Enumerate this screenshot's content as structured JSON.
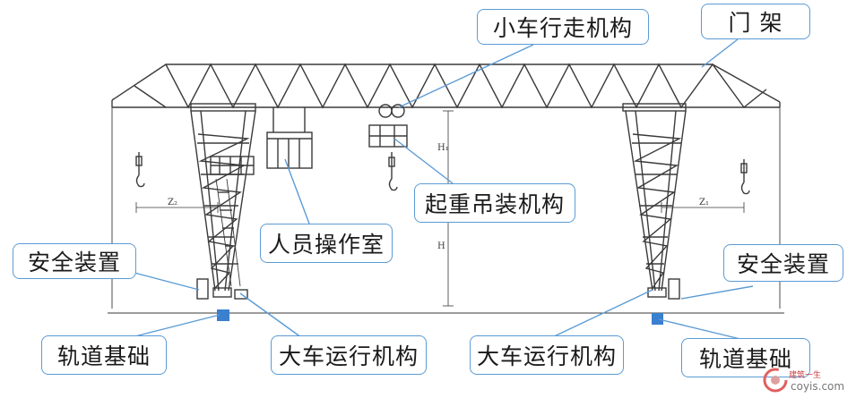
{
  "labels": {
    "trolley_travel": "小车行走机构",
    "gantry_frame": "门    架",
    "hoisting": "起重吊装机构",
    "operator_cab": "人员操作室",
    "safety_left": "安全装置",
    "safety_right": "安全装置",
    "rail_left": "轨道基础",
    "rail_right": "轨道基础",
    "crane_travel_left": "大车运行机构",
    "crane_travel_right": "大车运行机构"
  },
  "dimensions": {
    "z2": "Z₂",
    "z1": "Z₁",
    "h1": "H₁",
    "h": "H"
  },
  "watermark": {
    "top": "建筑一生",
    "bottom": "coyis.com"
  },
  "colors": {
    "callout_border": "#5b9bd5",
    "line": "#3a3a3a",
    "leader": "#5b9bd5",
    "rail_block": "#3a7fd0"
  }
}
